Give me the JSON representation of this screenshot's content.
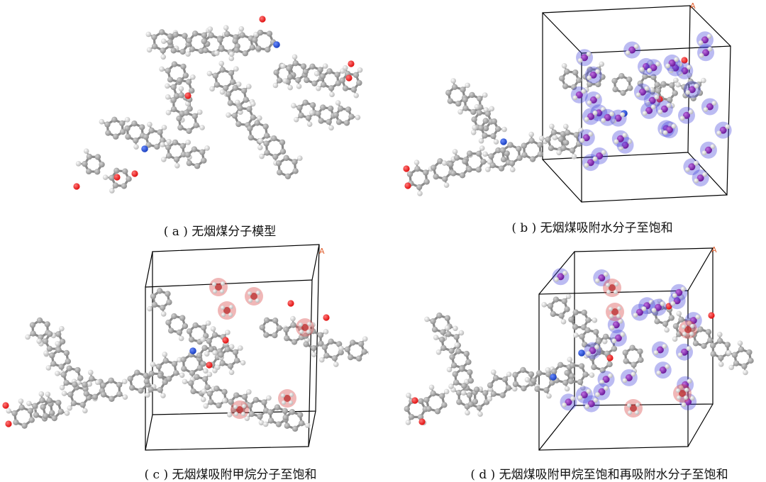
{
  "captions": {
    "a": "( a ) 无烟煤分子模型",
    "b": "( b ) 无烟煤吸附水分子至饱和",
    "c": "( c ) 无烟煤吸附甲烷分子至饱和",
    "d": "( d ) 无烟煤吸附甲烷至饱和再吸附水分子至饱和"
  },
  "axis_labels": {
    "b": "A",
    "c": "A",
    "d": "A"
  },
  "colors": {
    "carbon": "#8c8c8c",
    "hydrogen": "#f2f2f2",
    "oxygen": "#e01010",
    "nitrogen": "#1a3fbf",
    "water_halo": "#3b3bd9",
    "methane_halo": "#d94a4a",
    "cell_edge": "#000000",
    "axis_label": "#e06030"
  }
}
